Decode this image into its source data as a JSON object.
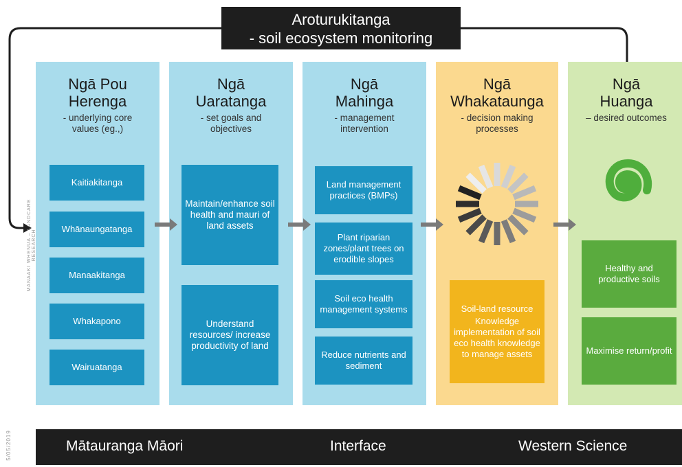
{
  "header": {
    "title_line1": "Aroturukitanga",
    "title_line2": "- soil ecosystem monitoring"
  },
  "side_caption": "MANAAKI WHENUA – LANDCARE RESEARCH",
  "date_caption": "5/05/2019",
  "columns": [
    {
      "heading_line1": "Ngā Pou",
      "heading_line2": "Herenga",
      "sub_line1": "- underlying core",
      "sub_line2": "values (eg.,)",
      "boxes": [
        "Kaitiakitanga",
        "Whānaungatanga",
        "Manaakitanga",
        "Whakapono",
        "Wairuatanga"
      ]
    },
    {
      "heading_line1": "Ngā",
      "heading_line2": "Uaratanga",
      "sub_line1": "- set goals and",
      "sub_line2": "objectives",
      "boxes": [
        "Maintain/enhance soil health and mauri of land assets",
        "Understand resources/ increase productivity of land"
      ]
    },
    {
      "heading_line1": "Ngā",
      "heading_line2": "Mahinga",
      "sub_line1": "- management",
      "sub_line2": "intervention",
      "boxes": [
        "Land management practices (BMPs)",
        "Plant riparian zones/plant trees on erodible slopes",
        "Soil eco health management systems",
        "Reduce nutrients and sediment"
      ]
    },
    {
      "heading_line1": "Ngā",
      "heading_line2": "Whakataunga",
      "sub_line1": "- decision making",
      "sub_line2": "processes",
      "box_title": "Soil-land resource",
      "box_body": "Knowledge implementation of soil eco health knowledge to manage assets"
    },
    {
      "heading_line1": "Ngā",
      "heading_line2": "Huanga",
      "sub_line1": "– desired outcomes",
      "boxes": [
        "Healthy and productive soils",
        "Maximise return/profit"
      ]
    }
  ],
  "bottom_bar": {
    "left": "Mātauranga Māori",
    "center": "Interface",
    "right": "Western Science"
  },
  "colors": {
    "blue_panel": "#a9dcec",
    "blue_box": "#1c93c1",
    "yellow_panel": "#fbd98f",
    "yellow_box": "#f2b51d",
    "green_panel": "#d3e9b3",
    "green_box": "#5aab3e",
    "dark": "#1e1e1e",
    "arrow": "#7a7a7a"
  },
  "icons": [
    "loop-arrow-icon",
    "right-arrow-icon",
    "sunburst-icon",
    "spiral-icon"
  ]
}
